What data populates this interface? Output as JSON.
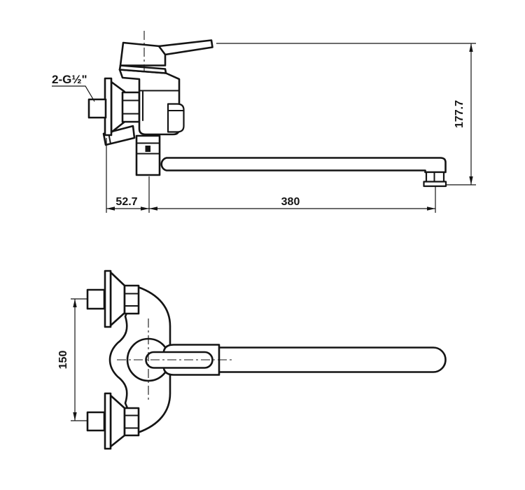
{
  "drawing": {
    "kind": "technical-dimension-drawing",
    "subject": "wall-mounted single-lever bath mixer with long swivel spout",
    "background_color": "#ffffff",
    "line_color": "#141414",
    "views": {
      "side_view_name": "side-elevation",
      "front_view_name": "front-elevation"
    },
    "annotations": {
      "thread_label": "2-G½\"",
      "dimensions": {
        "wall_offset": "52.7",
        "spout_reach": "380",
        "overall_height": "177.7",
        "inlet_spacing": "150"
      }
    }
  }
}
